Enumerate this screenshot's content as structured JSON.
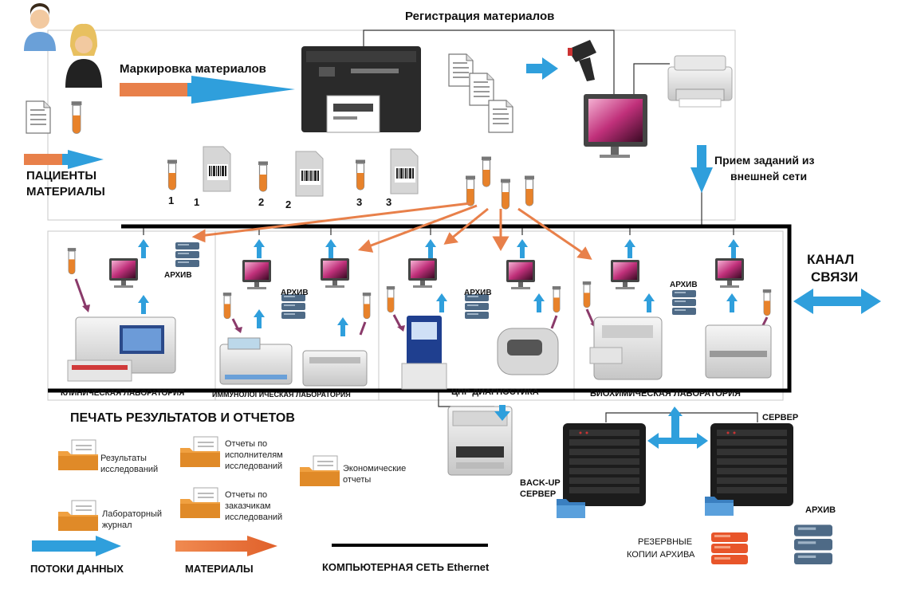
{
  "title": "Регистрация материалов",
  "patients": {
    "label_line1": "ПАЦИЕНТЫ",
    "label_line2": "МАТЕРИАЛЫ"
  },
  "marking_label": "Маркировка материалов",
  "external_label_line1": "Прием заданий из",
  "external_label_line2": "внешней сети",
  "tube_numbers": [
    "1",
    "1",
    "2",
    "2",
    "3",
    "3"
  ],
  "archive_label": "АРХИВ",
  "channel_label_line1": "КАНАЛ",
  "channel_label_line2": "СВЯЗИ",
  "labs": [
    {
      "name": "КЛИНИЧЕСКАЯ ЛАБОРАТОРИЯ"
    },
    {
      "name": "ИММУНОЛОГИЧЕСКАЯ ЛАБОРАТОРИЯ"
    },
    {
      "name": "ЦПР ДИАГНОСТИКА"
    },
    {
      "name": "БИОХИМИЧЕСКАЯ ЛАБОРАТОРИЯ"
    }
  ],
  "print_section": {
    "title": "ПЕЧАТЬ РЕЗУЛЬТАТОВ И ОТЧЕТОВ",
    "items": [
      {
        "label": "Результаты исследований"
      },
      {
        "label": "Отчеты по исполнителям исследований"
      },
      {
        "label": "Экономические отчеты"
      },
      {
        "label": "Лабораторный журнал"
      },
      {
        "label": "Отчеты по заказчикам исследований"
      }
    ]
  },
  "servers": {
    "server_label": "СЕРВЕР",
    "backup_label_line1": "BACK-UP",
    "backup_label_line2": "СЕРВЕР",
    "archive_label": "АРХИВ",
    "reserve_label_line1": "РЕЗЕРВНЫЕ",
    "reserve_label_line2": "КОПИИ АРХИВА"
  },
  "legend": {
    "data_flows": "ПОТОКИ ДАННЫХ",
    "materials": "МАТЕРИАЛЫ",
    "network": "КОМПЬЮТЕРНАЯ СЕТЬ Ethernet"
  },
  "colors": {
    "data_arrow": "#2f9fdc",
    "material_arrow": "#e8804a",
    "tube_fill": "#e8822a",
    "folder": "#f0a040",
    "network_line": "#000000",
    "monitor_screen": "#c0307a",
    "server_case": "#1c1c1c",
    "archive_disk": "#4e6a86",
    "reserve_disk": "#e8552a"
  }
}
